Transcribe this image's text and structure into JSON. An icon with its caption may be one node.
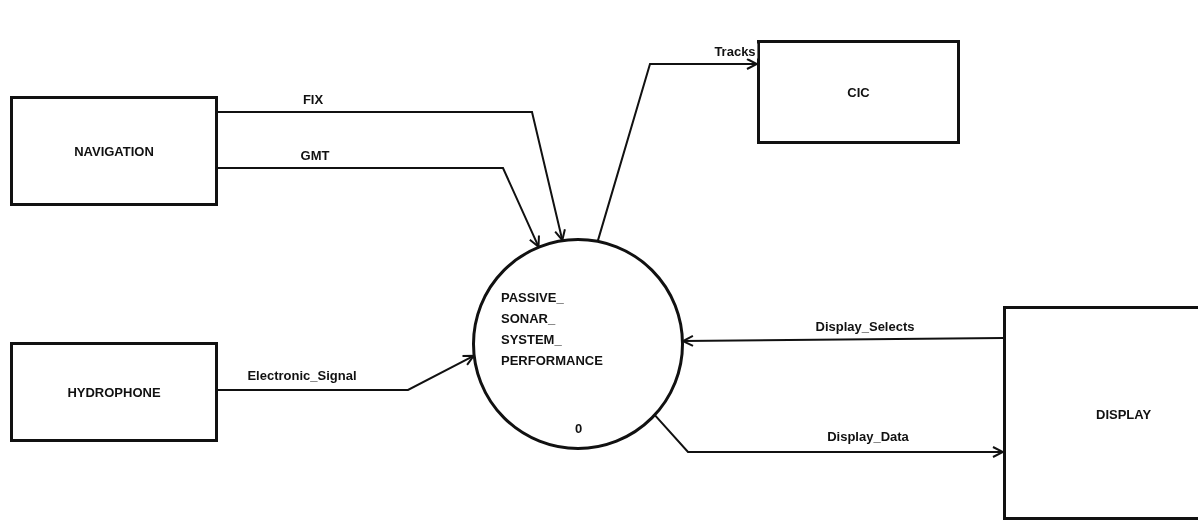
{
  "diagram": {
    "nodes": [
      {
        "text": [
          "NAVIGATION"
        ]
      },
      {
        "text": [
          "CIC"
        ]
      },
      {
        "text": [
          "PASSIVE_ SONAR_ SYSTEM_ PERFORMANCE",
          "0"
        ]
      },
      {
        "text": [
          "HYDROPHONE"
        ]
      },
      {
        "text": [
          "DISPLAY"
        ]
      }
    ],
    "edges": [
      {
        "from": 0,
        "to": 2,
        "arrow": "to",
        "label": "FIX"
      },
      {
        "from": 0,
        "to": 2,
        "arrow": "to",
        "label": "GMT"
      },
      {
        "from": 2,
        "to": 1,
        "arrow": "to",
        "label": "Tracks"
      },
      {
        "from": 3,
        "to": 2,
        "arrow": "to",
        "label": "Electronic_Signal"
      },
      {
        "from": 4,
        "to": 2,
        "arrow": "to",
        "label": "Display_Selects"
      },
      {
        "from": 2,
        "to": 4,
        "arrow": "to",
        "label": "Display_Data"
      }
    ]
  }
}
